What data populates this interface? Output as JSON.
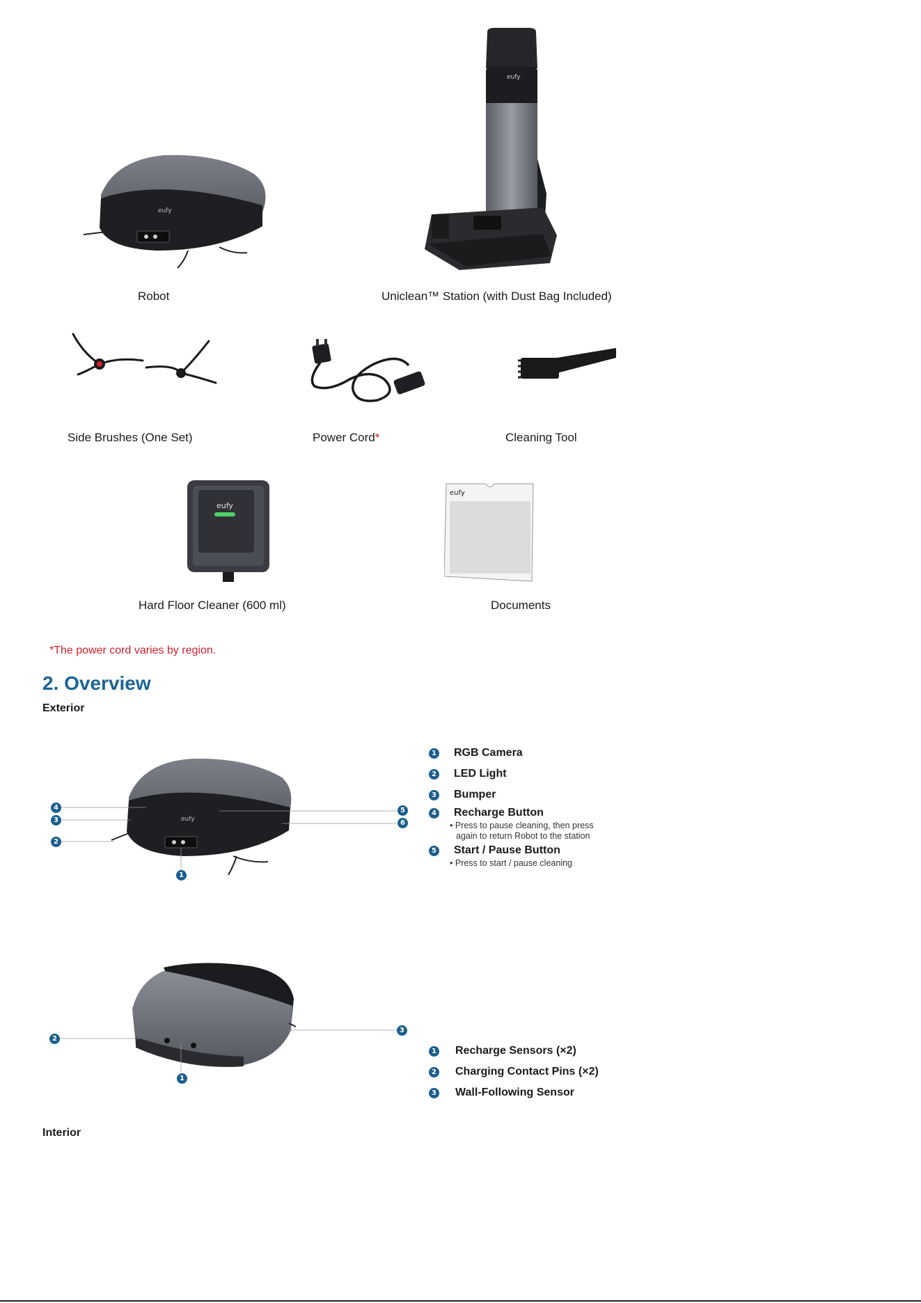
{
  "package_contents": {
    "robot": "Robot",
    "station": "Uniclean™ Station (with Dust Bag Included)",
    "side_brushes": "Side Brushes (One Set)",
    "power_cord": "Power Cord",
    "power_cord_mark": "*",
    "cleaning_tool": "Cleaning Tool",
    "hard_floor_cleaner": "Hard Floor Cleaner (600 ml)",
    "documents": "Documents",
    "brand": "eufy"
  },
  "note": "*The power cord varies by region.",
  "overview": {
    "title": "2. Overview",
    "exterior_label": "Exterior",
    "interior_label": "Interior",
    "top_view": {
      "legend": [
        {
          "n": "1",
          "label": "RGB Camera"
        },
        {
          "n": "2",
          "label": "LED Light"
        },
        {
          "n": "3",
          "label": "Bumper"
        },
        {
          "n": "4",
          "label": "Recharge Button"
        },
        {
          "n": "5",
          "label": "Start / Pause Button"
        }
      ],
      "recharge_note_1": "• Press to pause cleaning, then press",
      "recharge_note_2": "again to return Robot to the station",
      "start_note": "• Press to start / pause cleaning",
      "callouts": [
        "1",
        "2",
        "3",
        "4",
        "5",
        "6"
      ]
    },
    "bottom_view": {
      "legend": [
        {
          "n": "1",
          "label": "Recharge Sensors (×2)"
        },
        {
          "n": "2",
          "label": "Charging Contact Pins (×2)"
        },
        {
          "n": "3",
          "label": "Wall-Following Sensor"
        }
      ],
      "callouts": [
        "1",
        "2",
        "3"
      ]
    }
  }
}
